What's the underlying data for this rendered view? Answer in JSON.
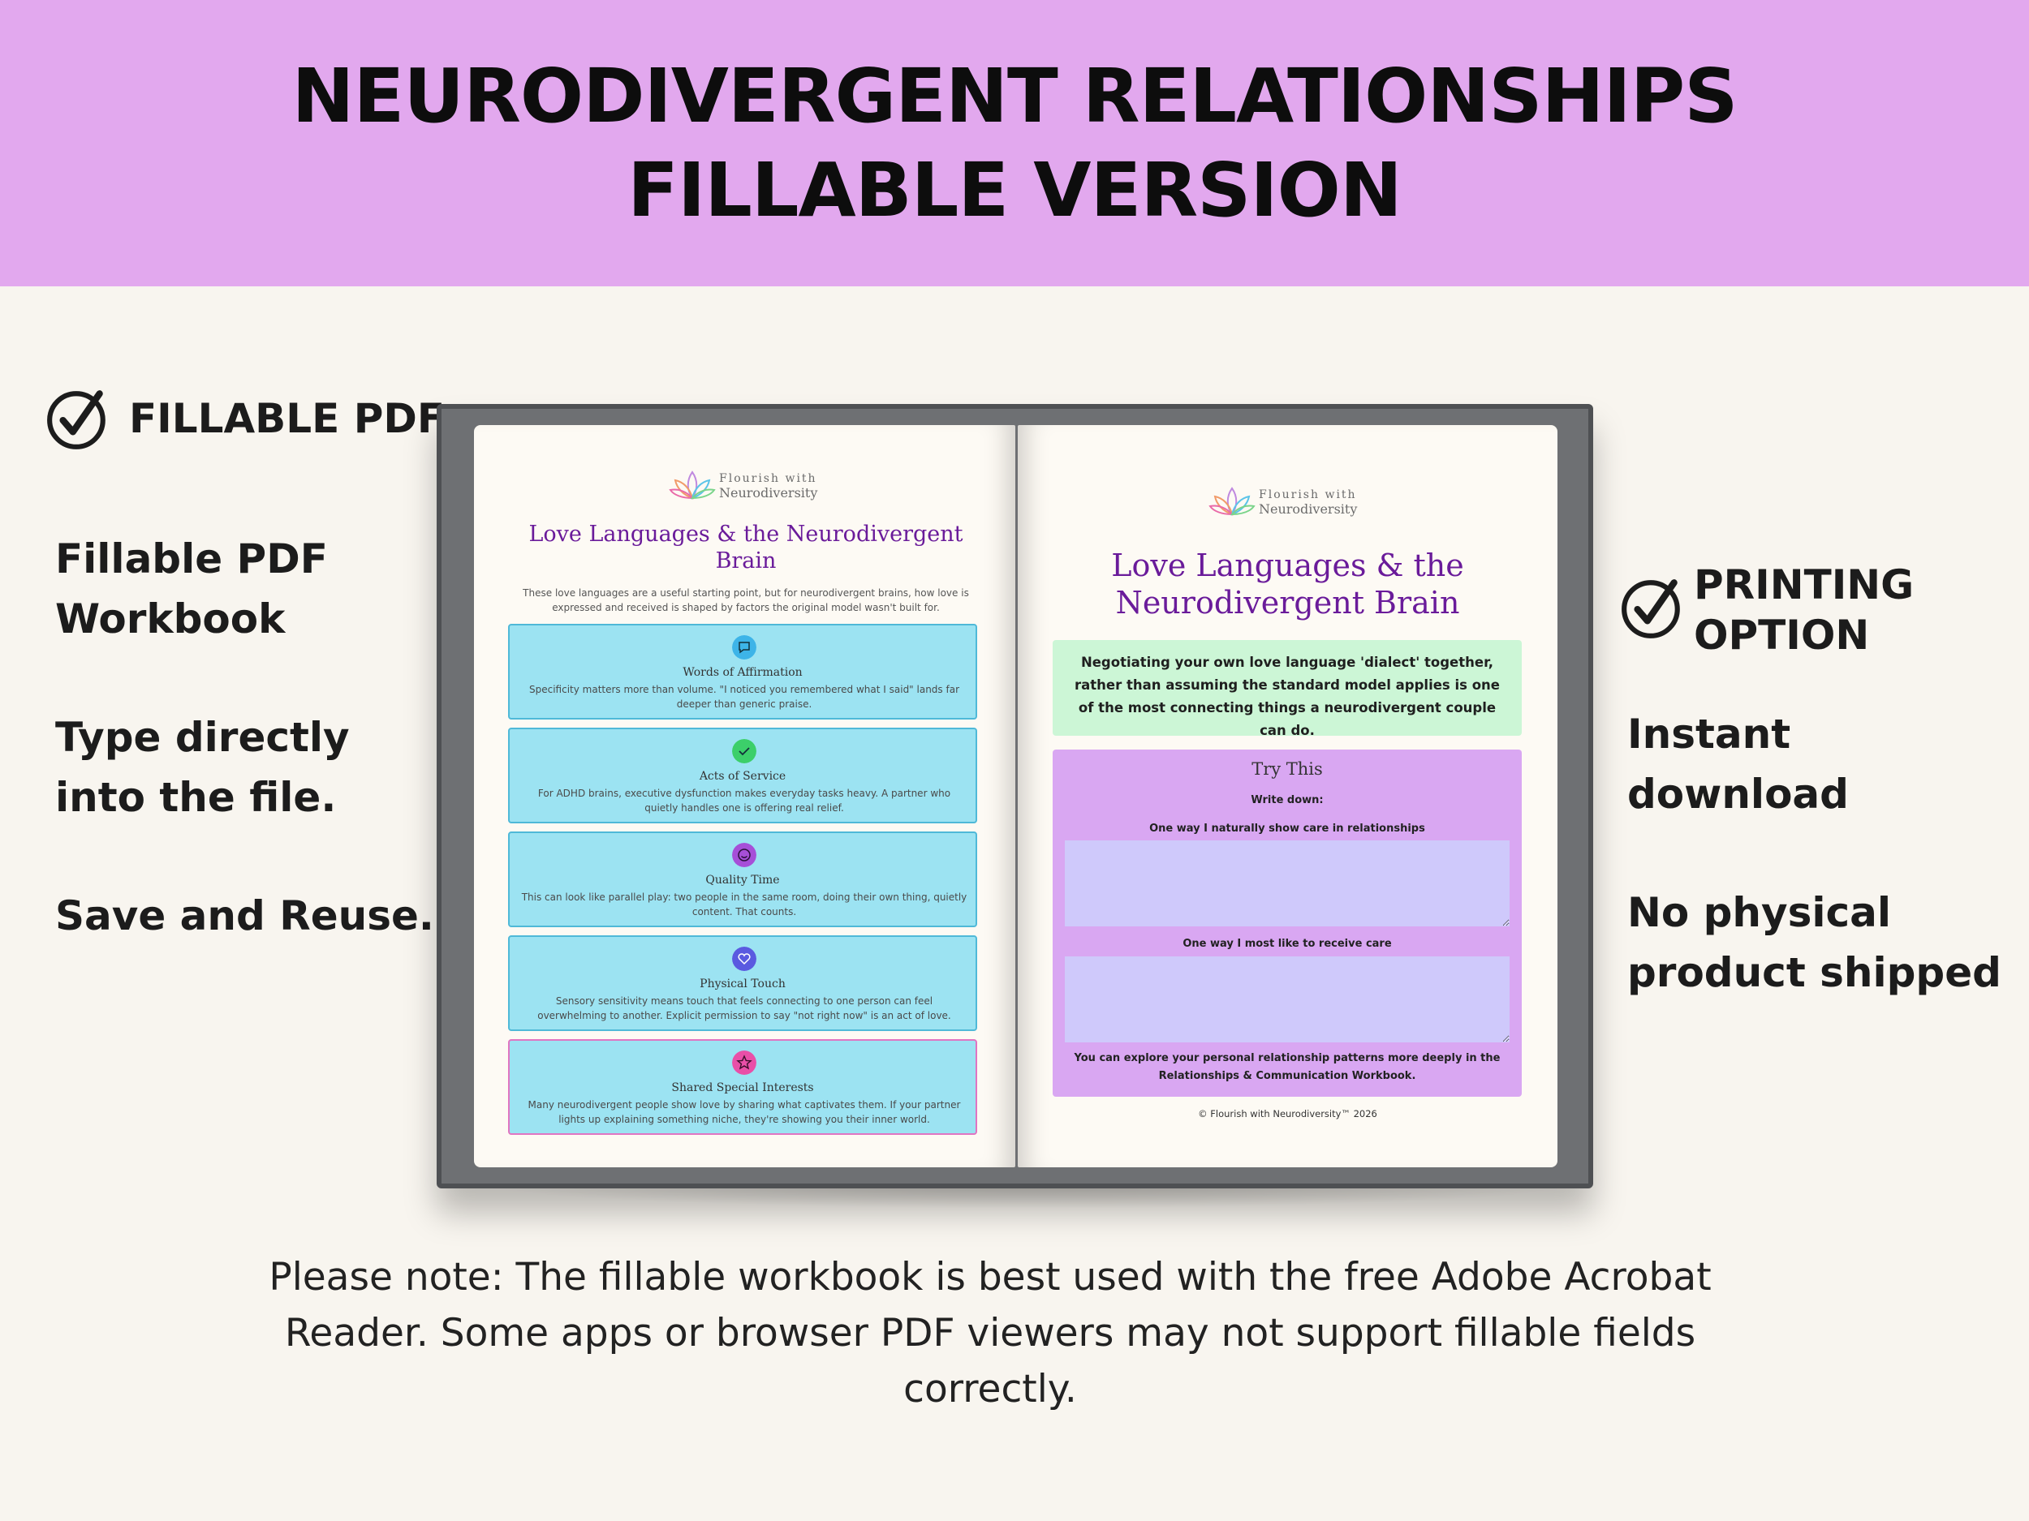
{
  "banner": {
    "line1": "NEURODIVERGENT RELATIONSHIPS",
    "line2": "FILLABLE VERSION"
  },
  "left": {
    "heading": "FILLABLE PDF",
    "items": [
      "Fillable PDF\nWorkbook",
      "Type directly\ninto the file.",
      "Save and Reuse."
    ]
  },
  "right": {
    "heading": "PRINTING\nOPTION",
    "items": [
      "Instant\ndownload",
      "No physical\nproduct shipped"
    ]
  },
  "book": {
    "logo_top": "Flourish with",
    "logo_bottom": "Neurodiversity",
    "left_page": {
      "title": "Love Languages & the Neurodivergent Brain",
      "intro": "These love languages are a useful starting point, but for neurodivergent brains, how love is expressed and received is shaped by factors the original model wasn't built for.",
      "cards": [
        {
          "title": "Words of Affirmation",
          "text": "Specificity matters more than volume. \"I noticed you remembered what I said\" lands far deeper than generic praise.",
          "icon": "speech-bubble-icon",
          "color": "#3db4e8"
        },
        {
          "title": "Acts of Service",
          "text": "For ADHD brains, executive dysfunction makes everyday tasks heavy. A partner who quietly handles one is offering real relief.",
          "icon": "check-circle-icon",
          "color": "#3ccf6a"
        },
        {
          "title": "Quality Time",
          "text": "This can look like parallel play: two people in the same room, doing their own thing, quietly content. That counts.",
          "icon": "smile-icon",
          "color": "#a64fd8"
        },
        {
          "title": "Physical Touch",
          "text": "Sensory sensitivity means touch that feels connecting to one person can feel overwhelming to another. Explicit permission to say \"not right now\" is an act of love.",
          "icon": "heart-icon",
          "color": "#5a5ae0"
        },
        {
          "title": "Shared Special Interests",
          "text": "Many neurodivergent people show love by sharing what captivates them. If your partner lights up explaining something niche, they're showing you their inner world.",
          "icon": "star-icon",
          "color": "#e94fa8"
        }
      ]
    },
    "right_page": {
      "title": "Love Languages & the Neurodivergent Brain",
      "highlight": "Negotiating your own love language 'dialect' together, rather than assuming the standard model applies is one of the most connecting things a neurodivergent couple can do.",
      "try_title": "Try This",
      "write_down": "Write down:",
      "q1": "One way I naturally show care in relationships",
      "q2": "One way I most like to receive care",
      "footer": "You can explore your personal relationship patterns more deeply in the Relationships & Communication Workbook.",
      "copyright": "© Flourish with Neurodiversity™ 2026"
    }
  },
  "note": "Please note: The fillable workbook is best used with the free Adobe Acrobat Reader. Some apps or browser PDF viewers may not support fillable fields correctly.",
  "colors": {
    "banner": "#e2a8ee",
    "background": "#f8f5ef",
    "card": "#9ce3f2",
    "green_box": "#ccf6d6",
    "try_box": "#d9a7f2",
    "field": "#cfc9fb",
    "title_purple": "#6a1b9a"
  }
}
